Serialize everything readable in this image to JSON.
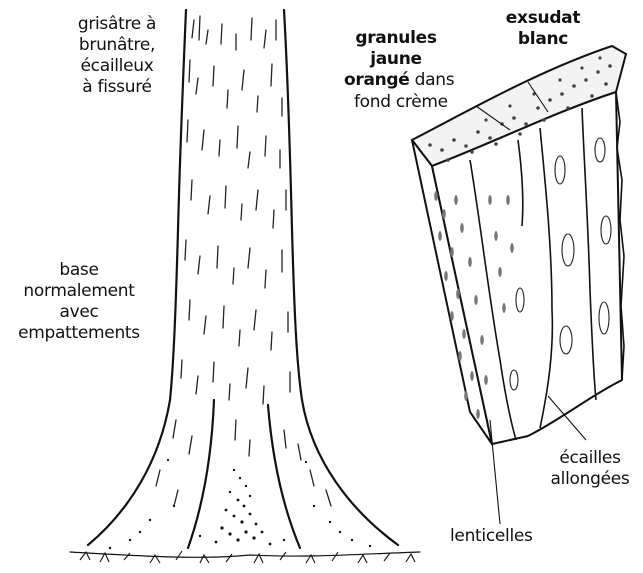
{
  "colors": {
    "ink": "#111111",
    "paper": "#ffffff",
    "shade": "#cfcfcf"
  },
  "labels": {
    "top_left": [
      "grisâtre à",
      "brunâtre,",
      "écailleux",
      "à fissuré"
    ],
    "middle_left": [
      "base",
      "normalement",
      "avec",
      "empattements"
    ],
    "granules": [
      "granules",
      "jaune"
    ],
    "orange_bold": "orangé",
    "orange_rest": " dans",
    "fond": "fond crème",
    "exsudat": [
      "exsudat",
      "blanc"
    ],
    "ecailles": [
      "écailles",
      "allongées"
    ],
    "lenticelles": "lenticelles"
  }
}
